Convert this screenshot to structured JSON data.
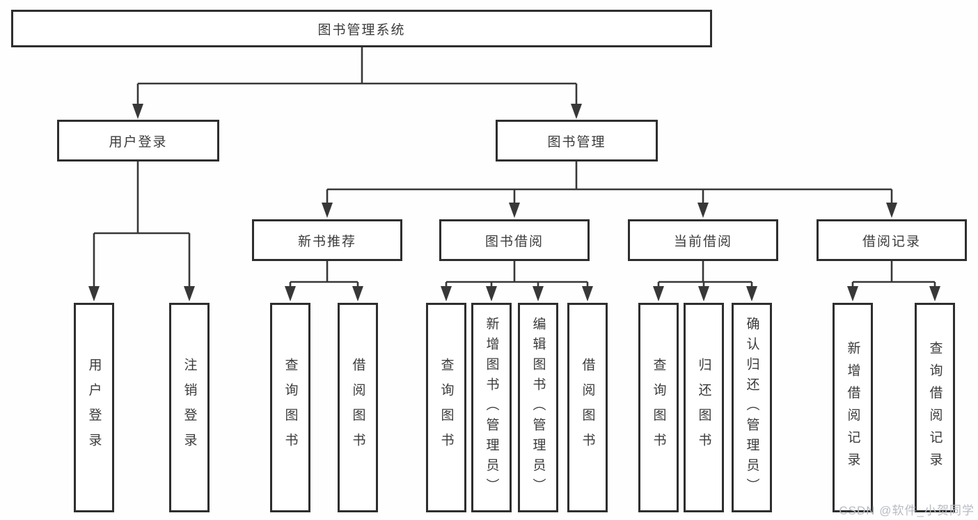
{
  "tree": {
    "label": "图书管理系统",
    "children": [
      {
        "label": "用户登录",
        "children": [
          {
            "label": "用户登录"
          },
          {
            "label": "注销登录"
          }
        ]
      },
      {
        "label": "图书管理",
        "children": [
          {
            "label": "新书推荐",
            "children": [
              {
                "label": "查询图书"
              },
              {
                "label": "借阅图书"
              }
            ]
          },
          {
            "label": "图书借阅",
            "children": [
              {
                "label": "查询图书"
              },
              {
                "label": "新增图书（管理员）"
              },
              {
                "label": "编辑图书（管理员）"
              },
              {
                "label": "借阅图书"
              }
            ]
          },
          {
            "label": "当前借阅",
            "children": [
              {
                "label": "查询图书"
              },
              {
                "label": "归还图书"
              },
              {
                "label": "确认归还（管理员）"
              }
            ]
          },
          {
            "label": "借阅记录",
            "children": [
              {
                "label": "新增借阅记录"
              },
              {
                "label": "查询借阅记录"
              }
            ]
          }
        ]
      }
    ]
  },
  "watermark": {
    "text": "CSDN @软件_小贺同学"
  },
  "colors": {
    "line": "#383838",
    "box_border": "#2e2e2e",
    "text": "#3b3b3b",
    "watermark": "#b7bbc2",
    "background": "#ffffff"
  }
}
